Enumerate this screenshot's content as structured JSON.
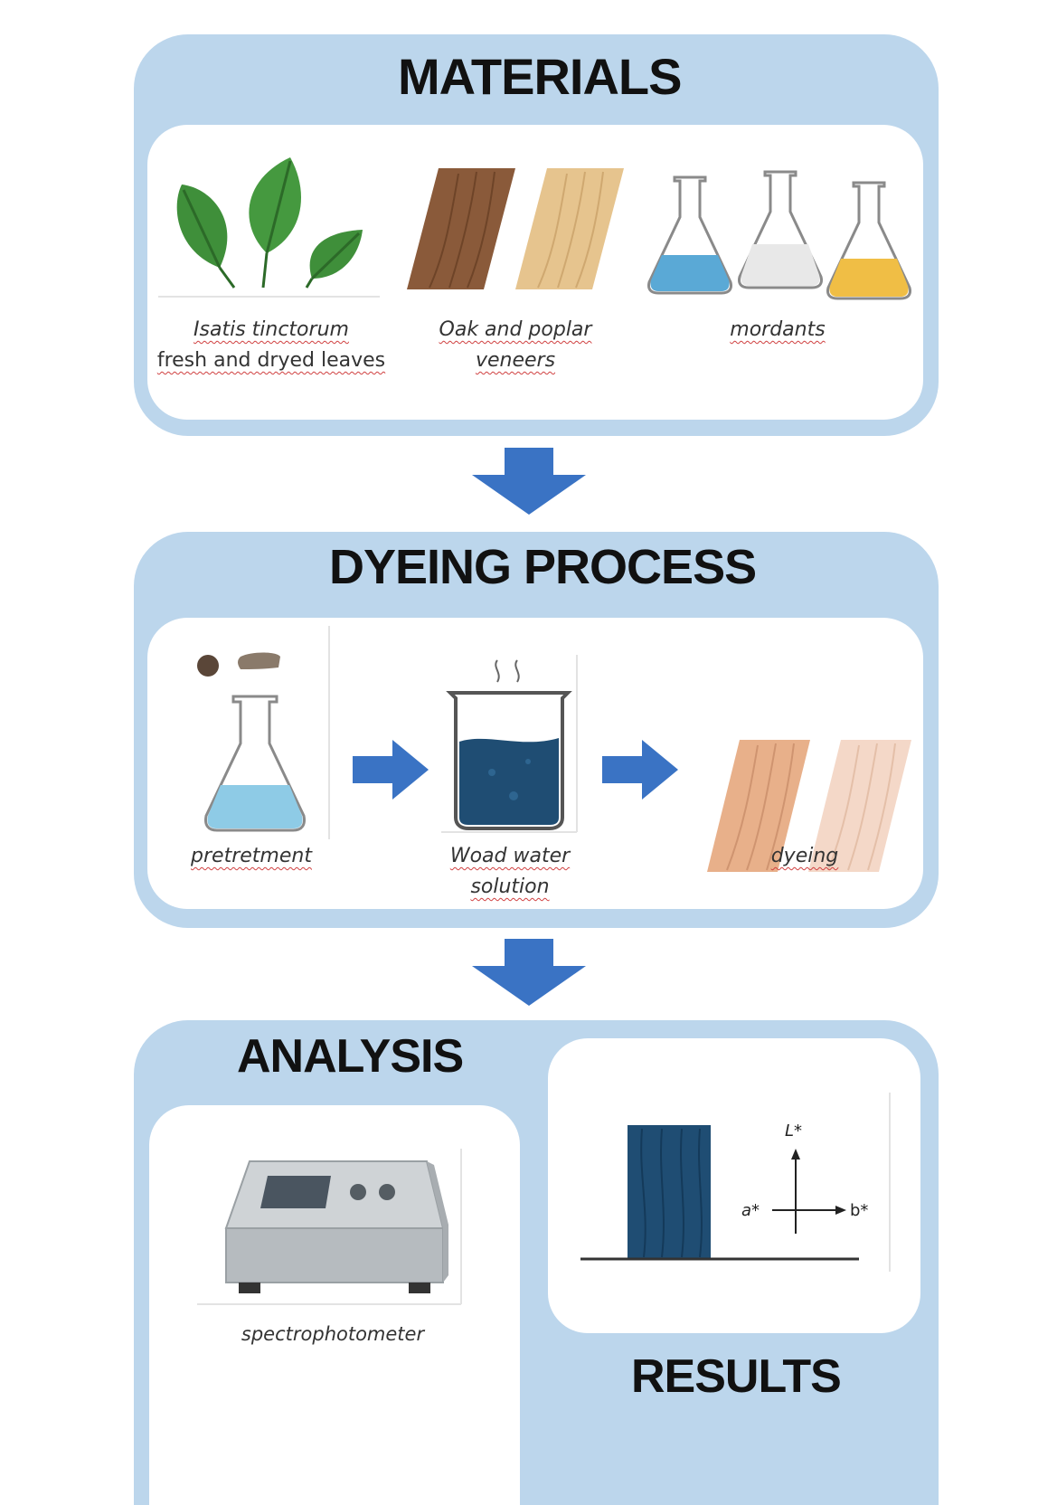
{
  "materials": {
    "title": "MATERIALS",
    "items": [
      {
        "line1": "Isatis tinctorum",
        "line2": "fresh and dryed leaves",
        "icon": "leaves-icon"
      },
      {
        "line1": "Oak and poplar",
        "line2": "veneers",
        "icon": "wood-veneers-icon"
      },
      {
        "line1": "mordants",
        "line2": "",
        "icon": "flasks-icon"
      }
    ]
  },
  "dyeing": {
    "title": "DYEING PROCESS",
    "steps": [
      {
        "line1": "pretretment",
        "line2": "",
        "icon": "flask-icon"
      },
      {
        "line1": "Woad water",
        "line2": "solution",
        "icon": "beaker-icon"
      },
      {
        "line1": "dyeing",
        "line2": "",
        "icon": "dyed-veneers-icon"
      }
    ]
  },
  "analysis": {
    "title": "ANALYSIS",
    "instrument": "spectrophotometer"
  },
  "results": {
    "title": "RESULTS",
    "axis_labels": {
      "l": "L*",
      "a": "a*",
      "b": "b*"
    }
  },
  "colors": {
    "panel": "#bcd6ec",
    "arrow": "#3a73c4",
    "leaf": "#3f8f3a",
    "oak": "#8a5a3a",
    "poplar": "#e6c48e",
    "blue_liquid": "#5aa9d6",
    "indigo": "#1f4d73"
  }
}
